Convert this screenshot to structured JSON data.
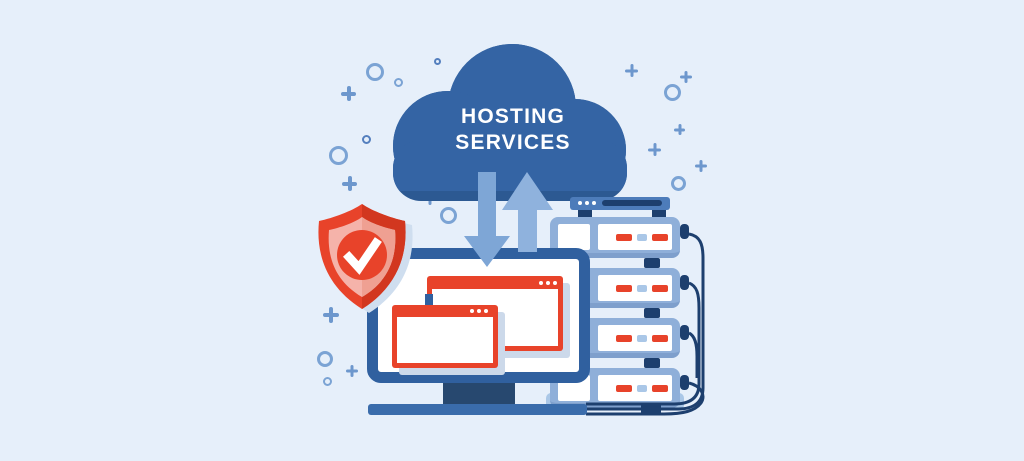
{
  "illustration": {
    "name": "hosting-services-cloud-illustration",
    "cloud": {
      "label_line1": "HOSTING",
      "label_line2": "SERVICES"
    },
    "scene_elements": [
      "cloud-icon",
      "download-arrow-icon",
      "upload-arrow-icon",
      "shield-checkmark-icon",
      "desktop-monitor-icon",
      "browser-window-icon",
      "server-rack-icon",
      "network-cables-icon",
      "decorative-circles",
      "decorative-plus-signs"
    ],
    "server_rack": {
      "unit_count": 4,
      "leds_per_unit": [
        "red",
        "light-blue",
        "red"
      ]
    },
    "browser_windows": {
      "count": 2,
      "titlebar_dots_per_window": 3
    },
    "colors": {
      "background": "#e6effa",
      "cloud_blue": "#3464a4",
      "cloud_rim_blue": "#2c5992",
      "arrow_down_blue": "#7ea6d6",
      "arrow_up_blue": "#8fb2dd",
      "accent_red": "#e8432a",
      "accent_red_dark": "#d2371f",
      "shield_pink_light": "#f5b3aa",
      "shield_pink_dark": "#efa092",
      "server_body_blue": "#8fafd9",
      "navy": "#1d3f6e",
      "light_blue": "#aac7e7",
      "monitor_frame_blue": "#30609f",
      "monitor_base_blue": "#3a6cab",
      "decoration_blue": "#6d97cd",
      "text_white": "#ffffff"
    }
  }
}
